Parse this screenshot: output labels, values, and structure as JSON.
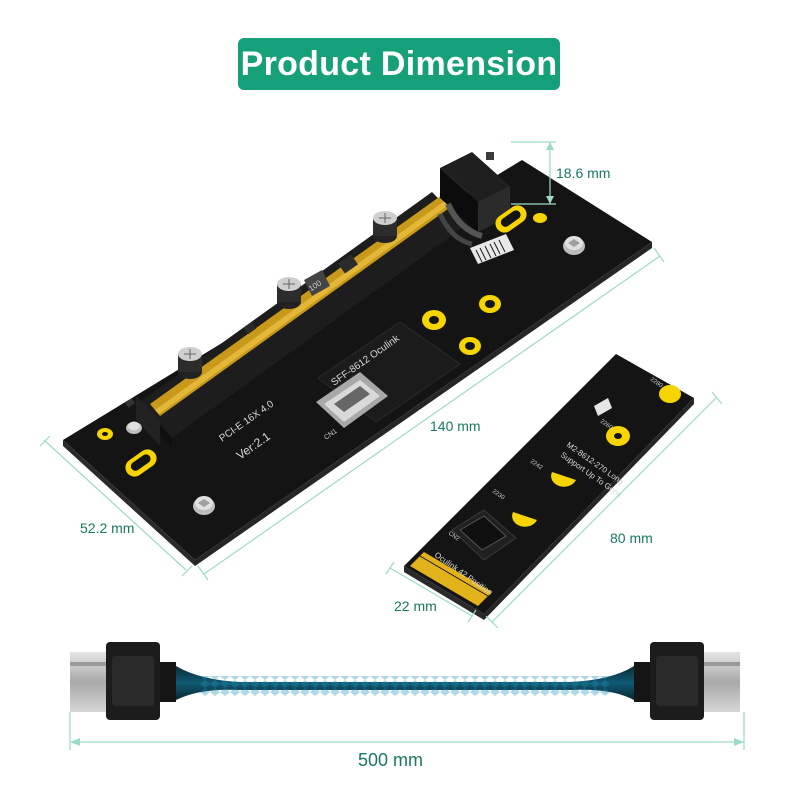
{
  "title": "Product Dimension",
  "colors": {
    "title_bg": "#16a07a",
    "dimension_line": "#9dd9c8",
    "dimension_text": "#177a5e",
    "pcb": "#141414",
    "gold_pad": "#f5d400",
    "slot_stripe": "#c99a1a",
    "screw": "#c7c7c7",
    "cable_sleeve": "#0b3f53",
    "connector_metal": "#bdbdbd"
  },
  "dimensions": {
    "height": "18.6 mm",
    "board_length": "140 mm",
    "board_width": "52.2 mm",
    "m2_length": "80 mm",
    "m2_width": "22 mm",
    "cable_length": "500 mm"
  },
  "board_labels": {
    "slot_model": "PCI-E 16X 4.0",
    "version": "Ver:2.1",
    "port": "SFF-8612 Oculink",
    "cn1": "CN1"
  },
  "m2_labels": {
    "model": "M2-8612-270 Long",
    "support": "Support Up To Gen4",
    "position": "Oculink 42 Position",
    "cn2": "CN2",
    "mark_2280": "2280",
    "mark_2260": "2260",
    "mark_2242": "2242",
    "mark_2230": "2230"
  },
  "component_labels": {
    "inductor": "100"
  }
}
